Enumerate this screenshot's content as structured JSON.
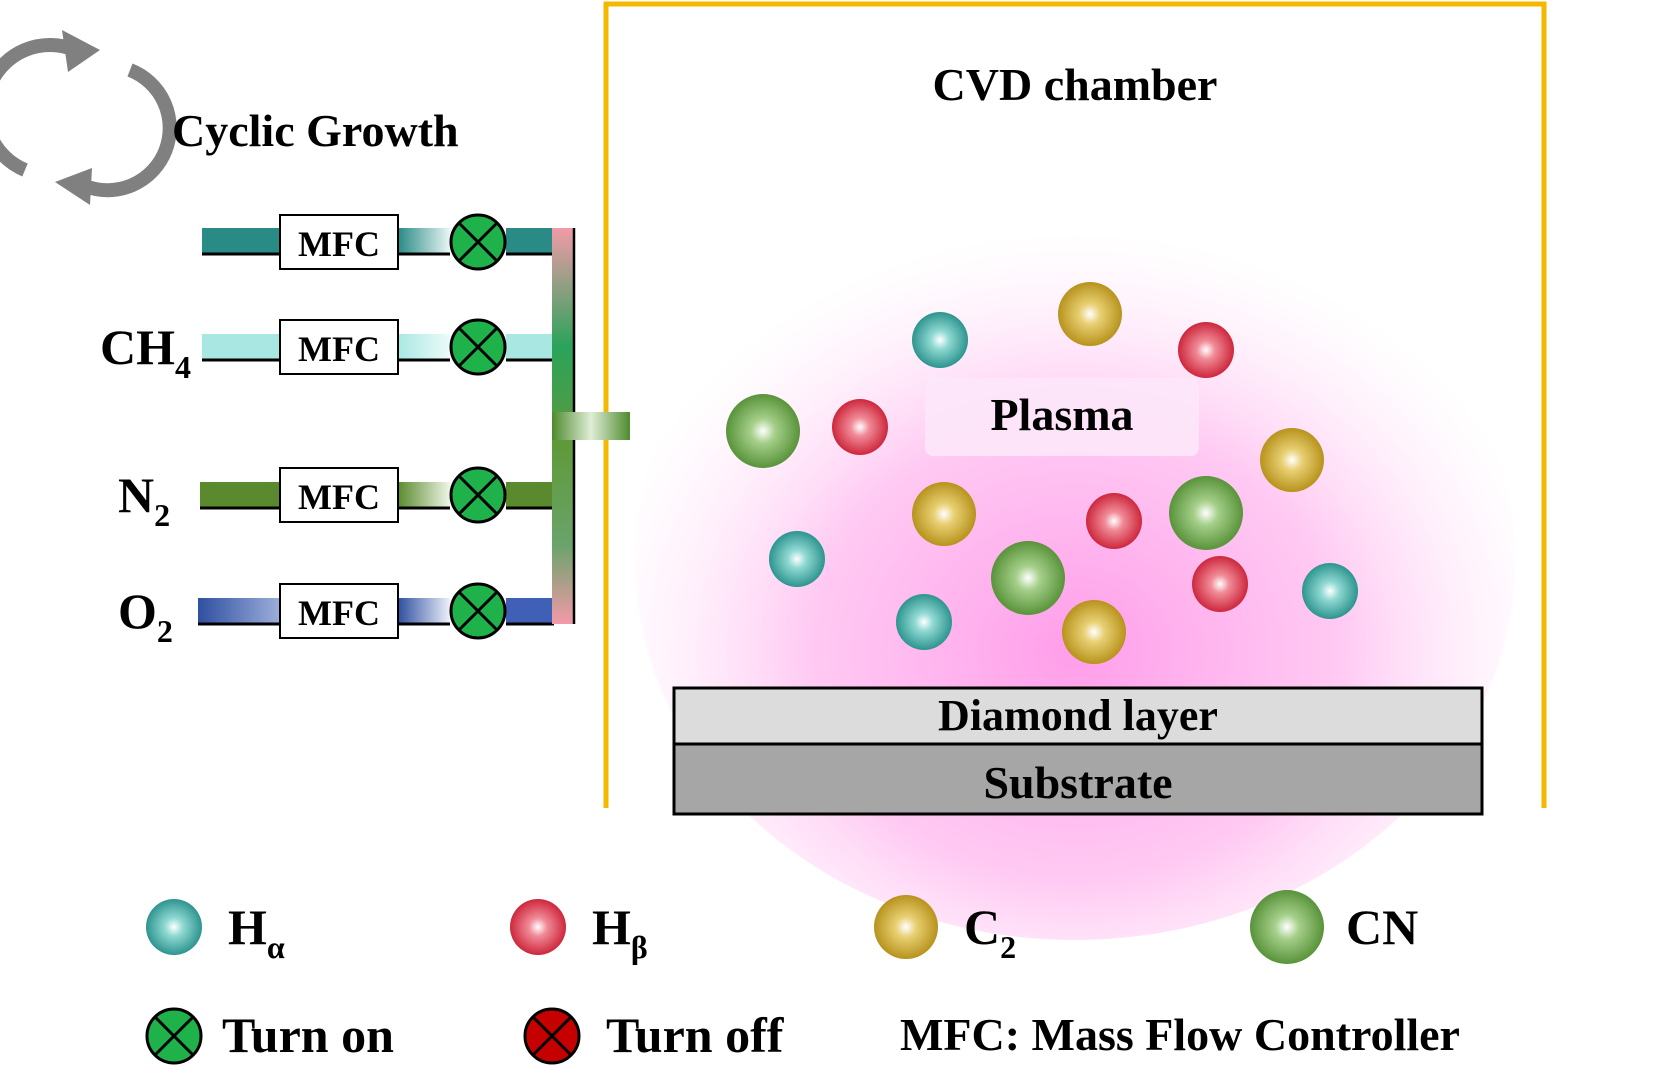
{
  "title": "Cyclic Growth",
  "chamber": {
    "title": "CVD chamber",
    "plasma_label": "Plasma",
    "diamond_label": "Diamond layer",
    "substrate_label": "Substrate",
    "border_color": "#f5b800",
    "plasma_color": "#ff8ce6"
  },
  "gas_lines": [
    {
      "gas": "",
      "sub": "",
      "mfc_label": "MFC",
      "color": "#2a8a86",
      "valve": "on"
    },
    {
      "gas": "CH",
      "sub": "4",
      "mfc_label": "MFC",
      "color": "#a9e8e2",
      "valve": "on"
    },
    {
      "gas": "N",
      "sub": "2",
      "mfc_label": "MFC",
      "color": "#5b8a2e",
      "valve": "on"
    },
    {
      "gas": "O",
      "sub": "2",
      "mfc_label": "MFC",
      "color": "#2f4fa0",
      "valve": "on"
    }
  ],
  "legend": {
    "species": [
      {
        "label": "H",
        "sub": "α",
        "color": "teal",
        "icon": "teal-sphere-icon"
      },
      {
        "label": "H",
        "sub": "β",
        "color": "red",
        "icon": "red-sphere-icon"
      },
      {
        "label": "C",
        "sub": "2",
        "color": "gold",
        "icon": "gold-sphere-icon"
      },
      {
        "label": "CN",
        "sub": "",
        "color": "green",
        "icon": "green-sphere-icon"
      }
    ],
    "turn_on": "Turn on",
    "turn_off": "Turn off",
    "mfc_note": "MFC: Mass Flow Controller"
  },
  "valve_colors": {
    "on": "#1fb24a",
    "off": "#c40000"
  }
}
